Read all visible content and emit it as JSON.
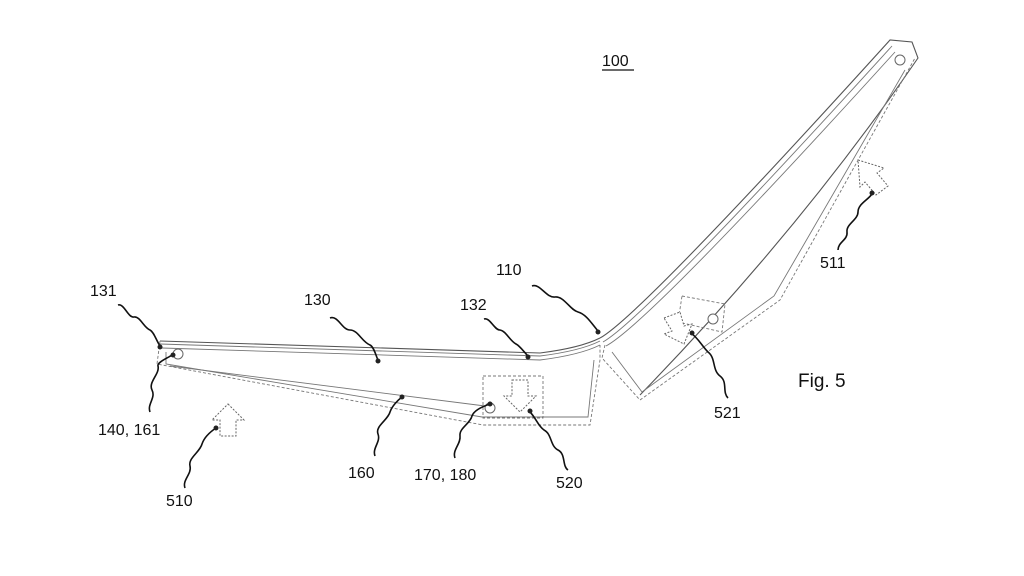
{
  "figure": {
    "title": "Fig. 5",
    "assembly_ref": "100",
    "labels": {
      "l110": "110",
      "l130": "130",
      "l131": "131",
      "l132": "132",
      "l140_161": "140, 161",
      "l160": "160",
      "l170_180": "170, 180",
      "l510": "510",
      "l511": "511",
      "l520": "520",
      "l521": "521"
    }
  }
}
